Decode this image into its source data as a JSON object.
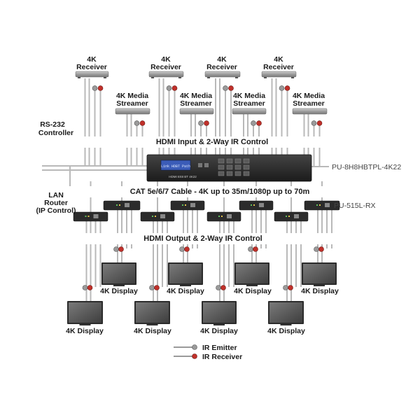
{
  "labels": {
    "receiver_top": "4K",
    "receiver_bottom": "Receiver",
    "streamer_top": "4K Media",
    "streamer_bottom": "Streamer",
    "rs232_top": "RS-232",
    "rs232_bottom": "Controller",
    "hdmi_input": "HDMI Input & 2-Way IR Control",
    "matrix_model": "PU-8H8HBTPL-4K22",
    "cat_cable": "CAT 5e/6/7 Cable - 4K up to 35m/1080p up to 70m",
    "lan_1": "LAN",
    "lan_2": "Router",
    "lan_3": "(IP Control)",
    "receiver_model": "PU-515L-RX",
    "hdmi_output": "HDMI Output & 2-Way IR Control",
    "display": "4K Display",
    "legend_emitter": "IR Emitter",
    "legend_receiver": "IR Receiver",
    "front_panel_text": "HDMI 8X8 BT 4K22",
    "lcd_text": "Link HDBT Path"
  },
  "colors": {
    "line": "#b9b9b9",
    "line_dark": "#8c8c8c",
    "emitter": "#9a9a9a",
    "receiver": "#c0302a",
    "device": "#2b2b2b",
    "lcd": "#3b5cb8",
    "screen": "#5c5c5c"
  },
  "icons": {
    "source_device": "set-top-box-icon",
    "streamer_device": "media-streamer-icon",
    "matrix_device": "matrix-switcher-icon",
    "rx_device": "hdbaset-receiver-icon",
    "display_device": "tv-monitor-icon",
    "ir_emitter": "ir-emitter-icon",
    "ir_receiver": "ir-receiver-icon"
  }
}
